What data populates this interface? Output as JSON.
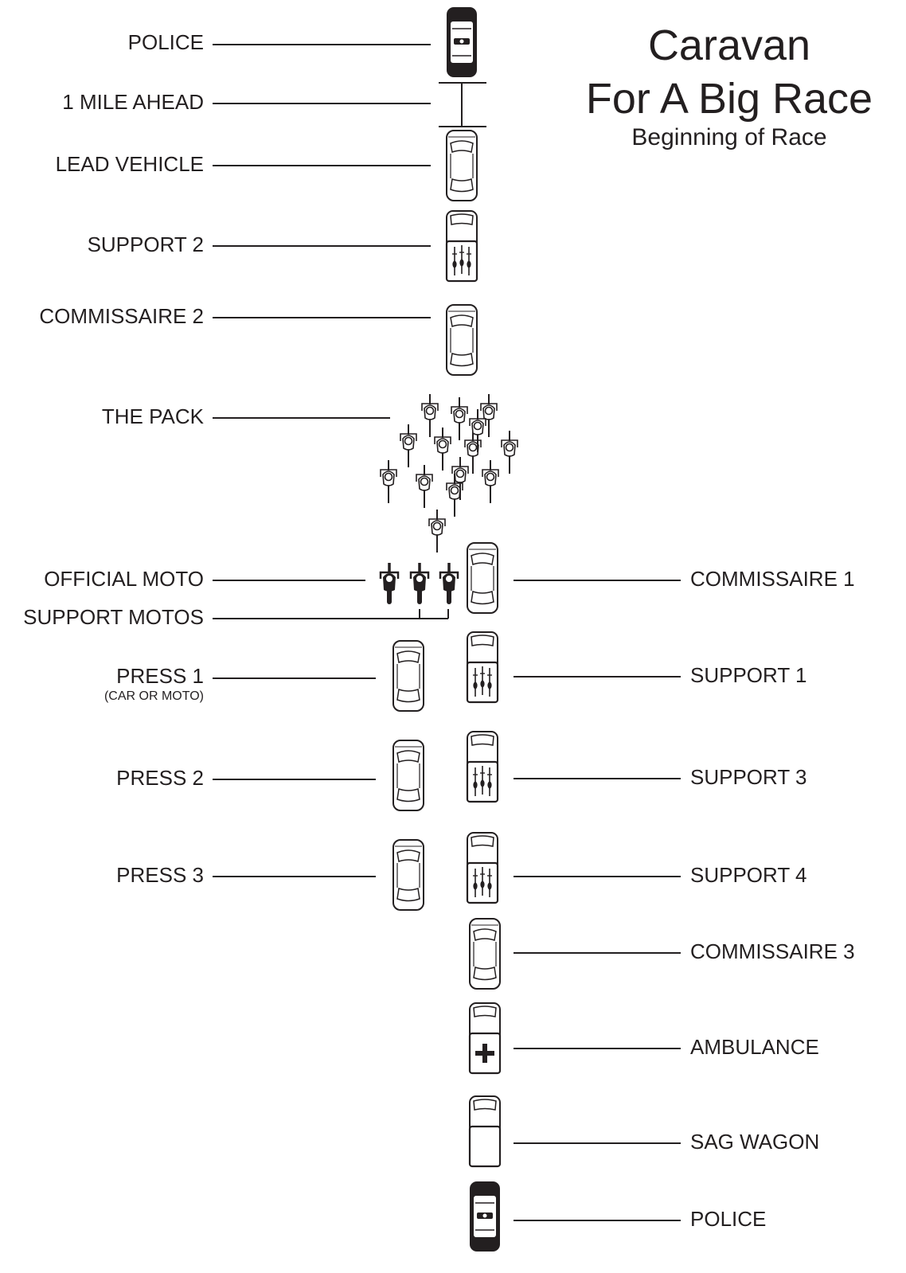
{
  "title": {
    "line1": "Caravan",
    "line2": "For A Big Race",
    "subtitle": "Beginning of Race"
  },
  "colors": {
    "ink": "#231f20",
    "background": "#ffffff"
  },
  "labels": {
    "police_front": "POLICE",
    "mile_ahead": "1 MILE AHEAD",
    "lead_vehicle": "LEAD VEHICLE",
    "support_2": "SUPPORT 2",
    "commissaire_2": "COMMISSAIRE 2",
    "the_pack": "THE PACK",
    "official_moto": "OFFICIAL MOTO",
    "support_motos": "SUPPORT MOTOS",
    "press_1": "PRESS 1",
    "press_1_note": "(CAR OR MOTO)",
    "press_2": "PRESS 2",
    "press_3": "PRESS 3",
    "commissaire_1": "COMMISSAIRE 1",
    "support_1": "SUPPORT 1",
    "support_3": "SUPPORT 3",
    "support_4": "SUPPORT 4",
    "commissaire_3": "COMMISSAIRE 3",
    "ambulance": "AMBULANCE",
    "sag_wagon": "SAG WAGON",
    "police_rear": "POLICE"
  },
  "vehicles": [
    {
      "name": "police-front-car",
      "kind": "police",
      "icon": "police-car-icon"
    },
    {
      "name": "lead-vehicle-car",
      "kind": "car",
      "icon": "car-icon"
    },
    {
      "name": "support-2-car",
      "kind": "support",
      "icon": "bike-rack-car-icon"
    },
    {
      "name": "commissaire-2-car",
      "kind": "car",
      "icon": "car-icon"
    },
    {
      "name": "commissaire-1-car",
      "kind": "car",
      "icon": "car-icon"
    },
    {
      "name": "support-1-car",
      "kind": "support",
      "icon": "bike-rack-car-icon"
    },
    {
      "name": "support-3-car",
      "kind": "support",
      "icon": "bike-rack-car-icon"
    },
    {
      "name": "support-4-car",
      "kind": "support",
      "icon": "bike-rack-car-icon"
    },
    {
      "name": "commissaire-3-car",
      "kind": "car",
      "icon": "car-icon"
    },
    {
      "name": "ambulance-car",
      "kind": "ambulance",
      "icon": "ambulance-icon"
    },
    {
      "name": "sag-wagon-car",
      "kind": "wagon",
      "icon": "wagon-icon"
    },
    {
      "name": "police-rear-car",
      "kind": "police",
      "icon": "police-car-icon"
    },
    {
      "name": "press-1-car",
      "kind": "car",
      "icon": "car-icon"
    },
    {
      "name": "press-2-car",
      "kind": "car",
      "icon": "car-icon"
    },
    {
      "name": "press-3-car",
      "kind": "car",
      "icon": "car-icon"
    }
  ],
  "pack": {
    "rider_count": 14,
    "icon": "cyclist-icon"
  },
  "motos": {
    "count": 3,
    "icon": "motorcycle-icon"
  }
}
